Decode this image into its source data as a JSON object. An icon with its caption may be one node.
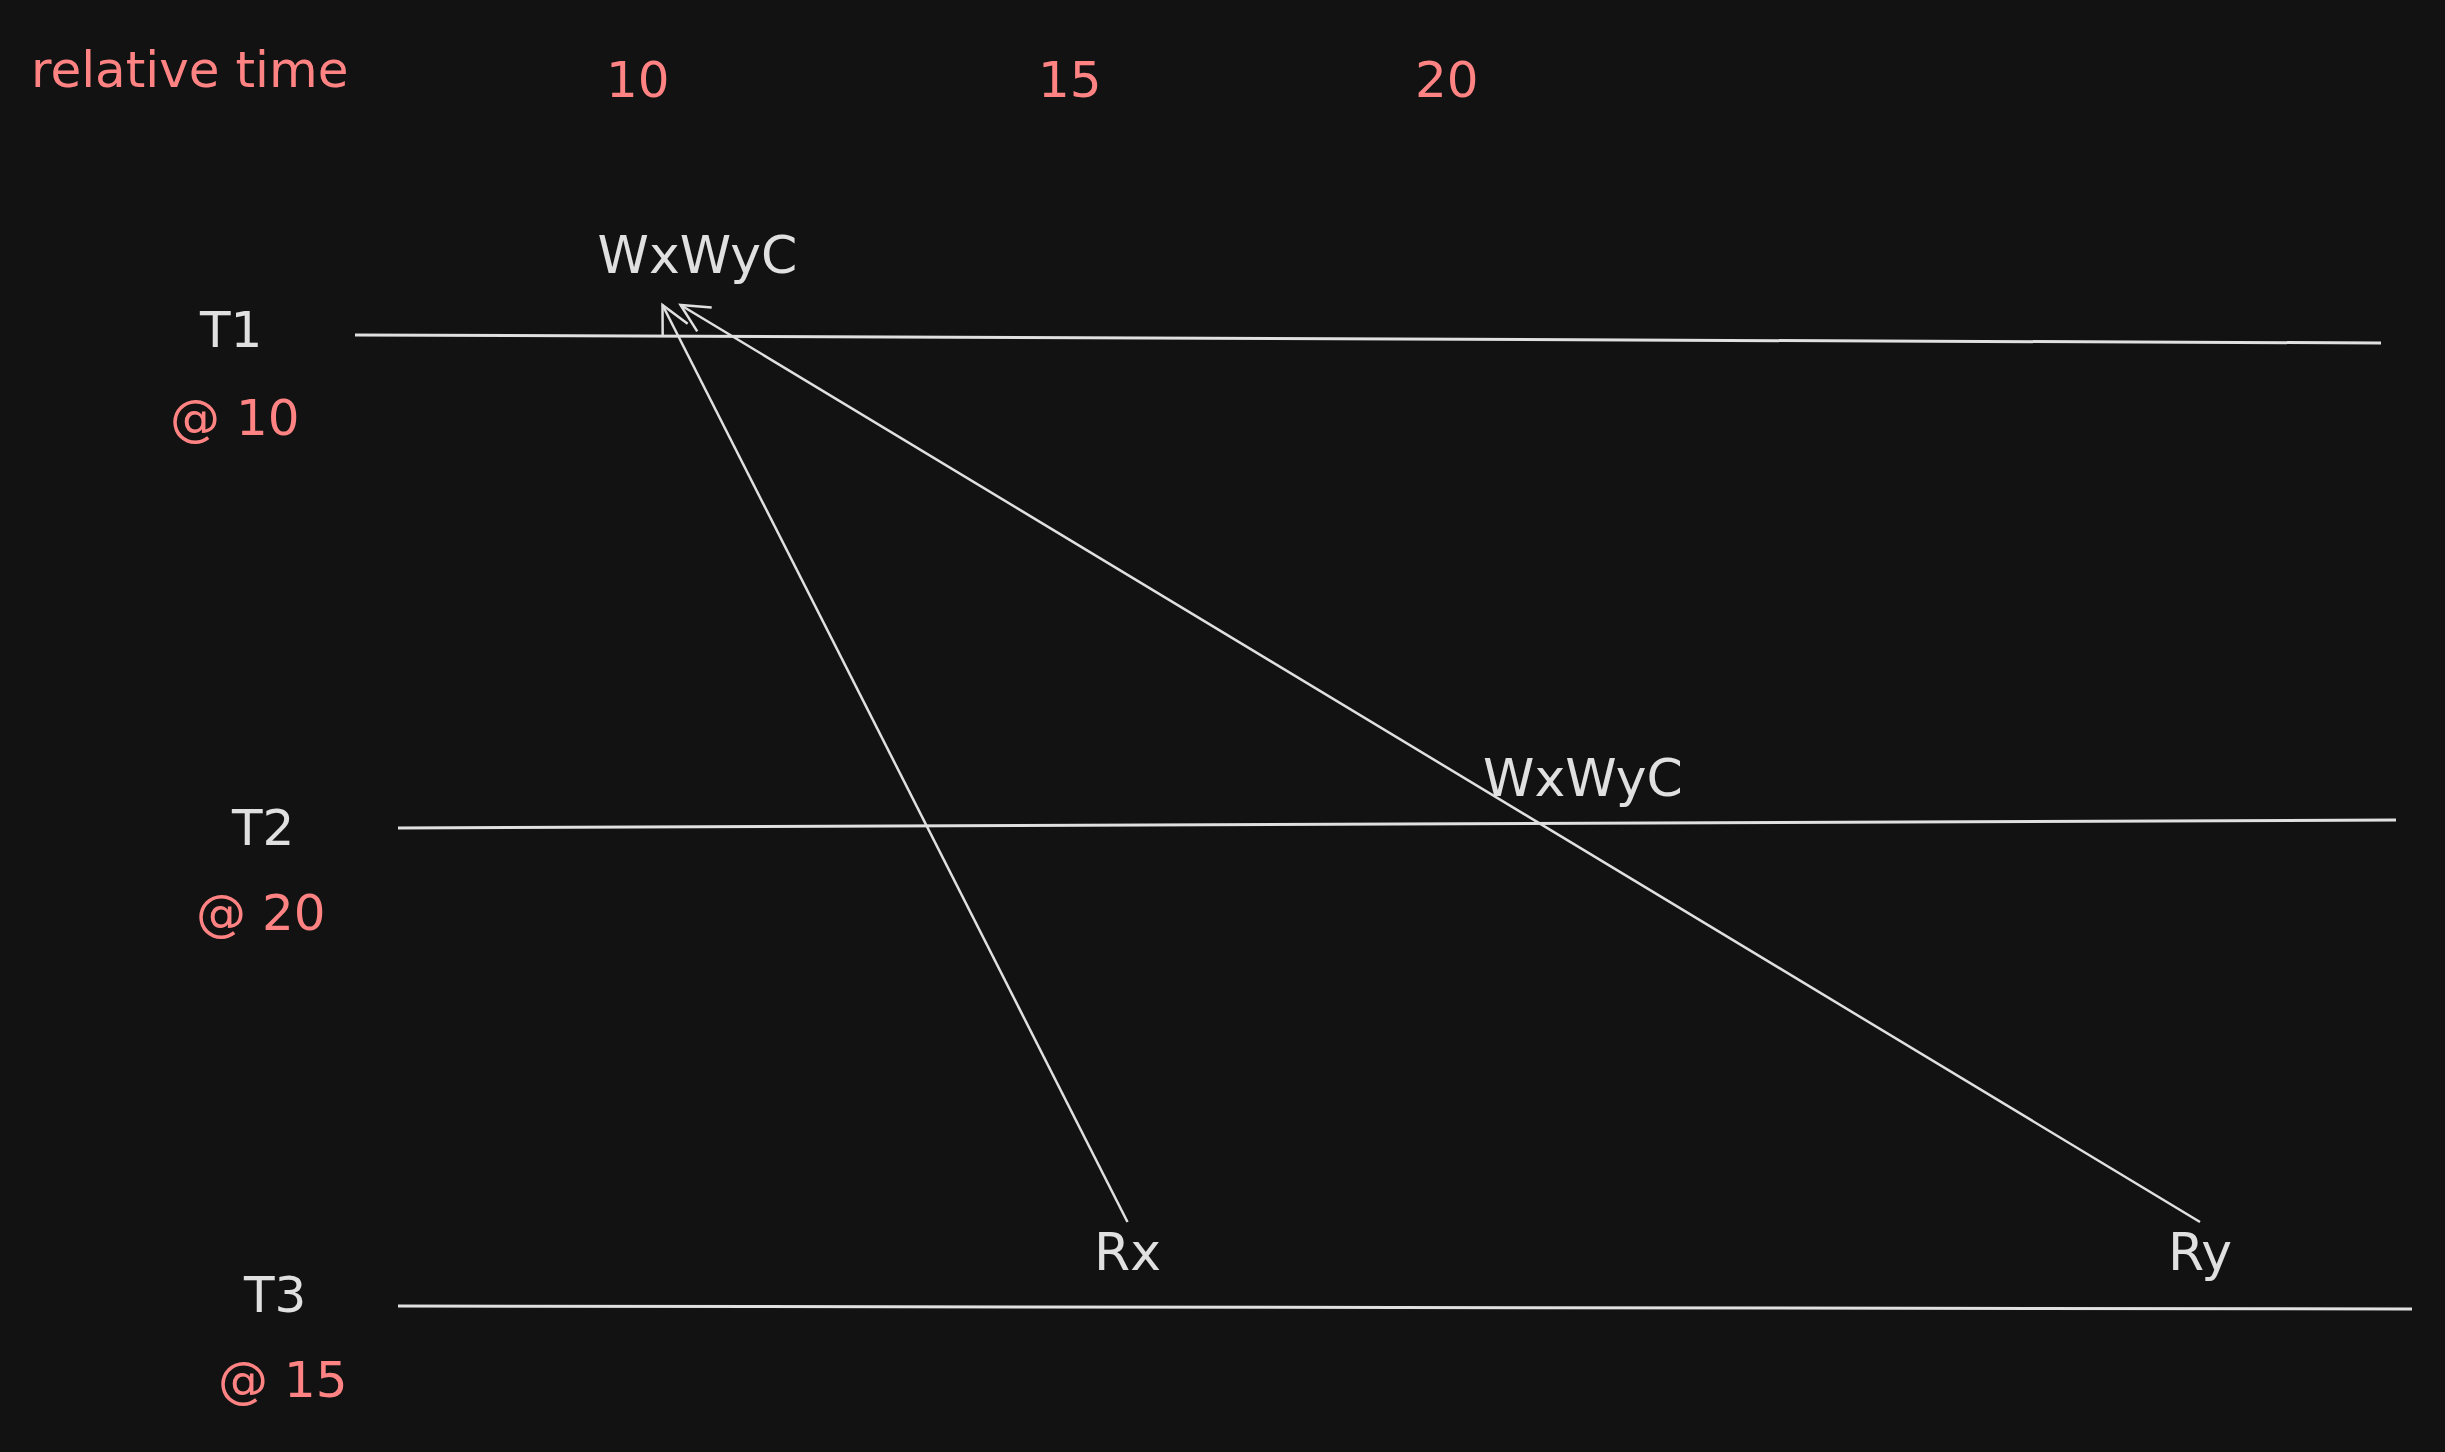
{
  "diagram": {
    "nodes": [
      {
        "text": [
          "WxWyC"
        ]
      },
      {
        "text": [
          "Rx"
        ]
      },
      {
        "text": [
          "Ry"
        ]
      }
    ],
    "edges": [
      {
        "from": 1,
        "to": 0,
        "arrow": "to"
      },
      {
        "from": 2,
        "to": 0,
        "arrow": "to"
      }
    ],
    "labels": [
      "relative time",
      "10",
      "15",
      "20",
      "T1",
      "@ 10",
      "T2",
      "@ 20",
      "WxWyC",
      "T3",
      "@ 15"
    ]
  }
}
